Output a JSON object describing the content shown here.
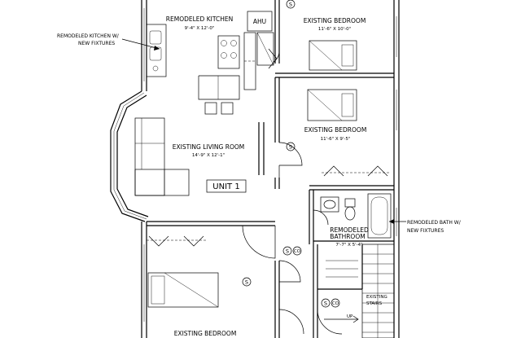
{
  "plan": {
    "unit_label": "UNIT 1",
    "rooms": {
      "kitchen": {
        "name": "REMODELED KITCHEN",
        "dims": "9'-4\" X 12'-0\""
      },
      "ahu": {
        "name": "AHU"
      },
      "bedroom_top": {
        "name": "EXISTING BEDROOM",
        "dims": "11'-6\" X 10'-0\""
      },
      "bedroom_mid": {
        "name": "EXISTING BEDROOM",
        "dims": "11'-6\" X 9'-5\""
      },
      "living": {
        "name": "EXISTING LIVING ROOM",
        "dims": "14'-9\" X 12'-1\""
      },
      "bath": {
        "name_line1": "REMODELED",
        "name_line2": "BATHROOM",
        "dims": "7'-7\" X 5'-4\""
      },
      "bedroom_bottom": {
        "name": "EXISTING BEDROOM"
      }
    },
    "stairs": {
      "line1": "EXISTING",
      "line2": "STAIRS",
      "up_label": "UP"
    },
    "notes": {
      "kitchen_line1": "REMODELED KITCHEN W/",
      "kitchen_line2": "NEW FIXTURES",
      "bath_line1": "REMODELED BATH W/",
      "bath_line2": "NEW FIXTURES"
    },
    "symbols": {
      "smoke": "S",
      "co": "CO"
    }
  }
}
